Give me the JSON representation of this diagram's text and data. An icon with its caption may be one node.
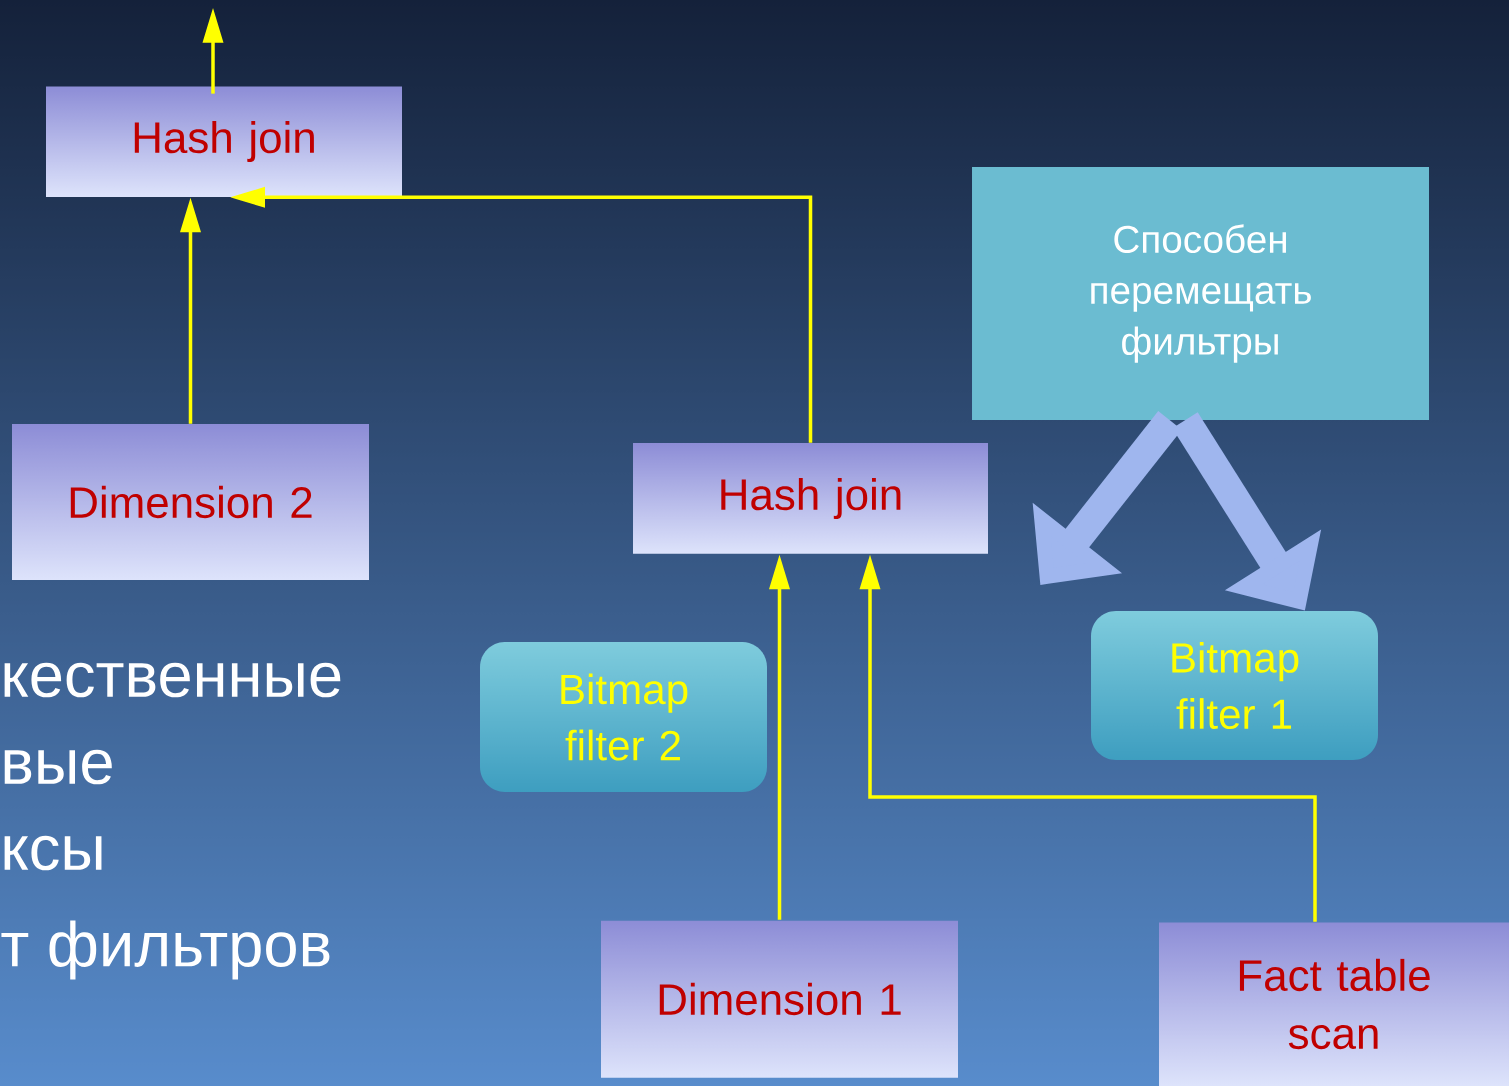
{
  "diagram": {
    "nodes": [
      {
        "text": [
          "Hash join"
        ]
      },
      {
        "text": [
          "Dimension 2"
        ]
      },
      {
        "text": [
          "Hash join"
        ]
      },
      {
        "text": [
          "Способен перемещать фильтры"
        ]
      },
      {
        "text": [
          "Bitmap filter 2"
        ]
      },
      {
        "text": [
          "Bitmap filter 1"
        ]
      },
      {
        "text": [
          "Dimension 1"
        ]
      },
      {
        "text": [
          "Fact table scan"
        ]
      }
    ],
    "edges": [
      {
        "from": 0,
        "to": null,
        "arrow": "to"
      },
      {
        "from": 1,
        "to": 0,
        "arrow": "to"
      },
      {
        "from": 2,
        "to": 0,
        "arrow": "to"
      },
      {
        "from": 6,
        "to": 2,
        "arrow": "to"
      },
      {
        "from": 7,
        "to": 2,
        "arrow": "to"
      },
      {
        "from": 3,
        "to": null,
        "arrow": "to",
        "style": "thick",
        "color": "#9fb6ee"
      },
      {
        "from": 3,
        "to": 5,
        "arrow": "to",
        "style": "thick",
        "color": "#9fb6ee"
      }
    ],
    "labels": [
      "кественные",
      "вые",
      "ксы",
      "т фильтров"
    ]
  }
}
